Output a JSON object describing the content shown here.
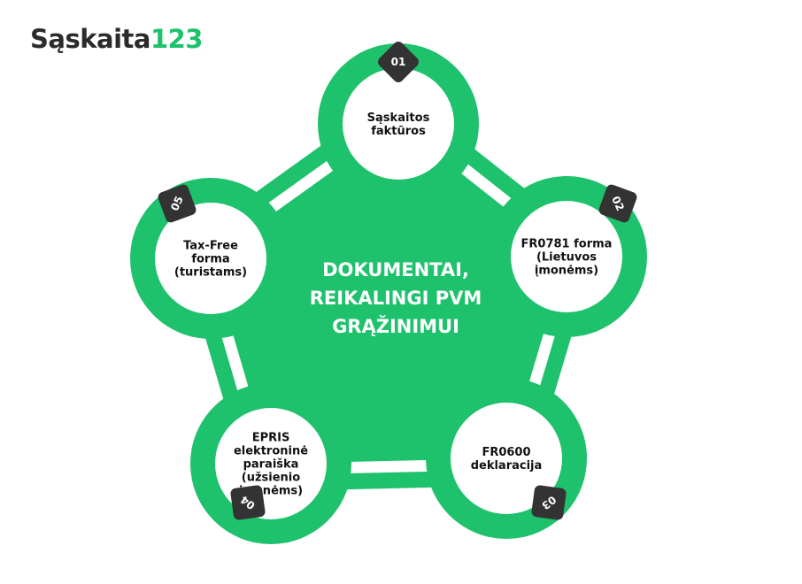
{
  "brand": {
    "name": "Sąskaita",
    "suffix": "123"
  },
  "colors": {
    "green": "#1ec16c",
    "dark": "#333333",
    "text": "#111111",
    "white": "#ffffff"
  },
  "center": {
    "lines": [
      "DOKUMENTAI,",
      "REIKALINGI PVM",
      "GRĄŽINIMUI"
    ]
  },
  "nodes": [
    {
      "number": "01",
      "lines": [
        "Sąskaitos",
        "faktūros"
      ]
    },
    {
      "number": "02",
      "lines": [
        "FR0781 forma",
        "(Lietuvos",
        "įmonėms)"
      ]
    },
    {
      "number": "03",
      "lines": [
        "FR0600",
        "deklaracija"
      ]
    },
    {
      "number": "04",
      "lines": [
        "EPRIS",
        "elektroninė",
        "paraiška",
        "(užsienio",
        "įmonėms)"
      ]
    },
    {
      "number": "05",
      "lines": [
        "Tax-Free",
        "forma",
        "(turistams)"
      ]
    }
  ]
}
